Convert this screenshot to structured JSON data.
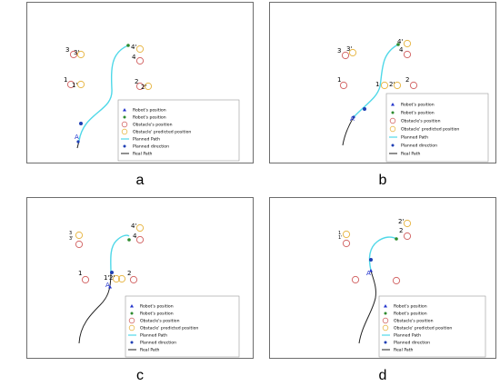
{
  "legend": {
    "robot_position_triangle": "Robot's position",
    "robot_position_dot": "Robot's position",
    "obstacle_position": "Obstacle's position",
    "obstacle_predicted": "Obstacle' predicted position",
    "planned_path": "Planned Path",
    "planned_direction": "Planned direction",
    "real_path": "Real Path"
  },
  "colors": {
    "border": "#6d6d6d",
    "obstacle": "#d46a6a",
    "predicted": "#e8b84a",
    "planned_path": "#4fd8e8",
    "planned_direction": "#1f3fb4",
    "robot_triangle": "#2233cc",
    "robot_dot": "#2e8b2e",
    "real_path": "#222222"
  },
  "panels": [
    {
      "caption": "a",
      "labels": {
        "l1": "3",
        "l2": "3'",
        "l3": "4'",
        "l4": "4",
        "l5": "1",
        "l6": "1'",
        "l7": "2",
        "l8": "2'",
        "l9": "A"
      }
    },
    {
      "caption": "b",
      "labels": {
        "l1": "3",
        "l2": "3'",
        "l3": "4'",
        "l4": "4",
        "l5": "1",
        "l6": "1'",
        "l7": "2'",
        "l8": "2",
        "l9": "A"
      }
    },
    {
      "caption": "c",
      "labels": {
        "l1": "3",
        "l2": "3'",
        "l3": "4'",
        "l4": "4",
        "l5": "1",
        "l6": "1'",
        "l7": "2'",
        "l8": "2",
        "l9": "A"
      }
    },
    {
      "caption": "d",
      "labels": {
        "l1": "1",
        "l2": "1'",
        "l3": "2'",
        "l4": "2",
        "l9": "A"
      }
    }
  ]
}
